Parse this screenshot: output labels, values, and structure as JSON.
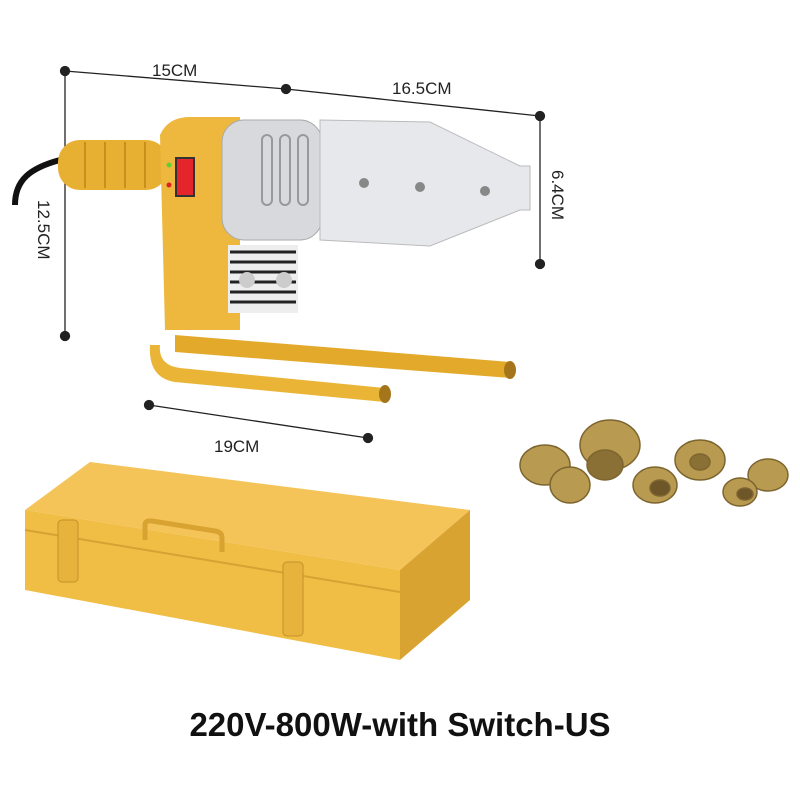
{
  "dimensions": {
    "handle_length": "15CM",
    "plate_length": "16.5CM",
    "plate_height": "6.4CM",
    "body_height": "12.5CM",
    "stand_length": "19CM"
  },
  "caption": "220V-800W-with Switch-US",
  "colors": {
    "body": "#e9b43a",
    "case": "#f0bd45",
    "plate": "#e4e6ea",
    "switch": "#e4262c",
    "die": "#b89a50"
  }
}
